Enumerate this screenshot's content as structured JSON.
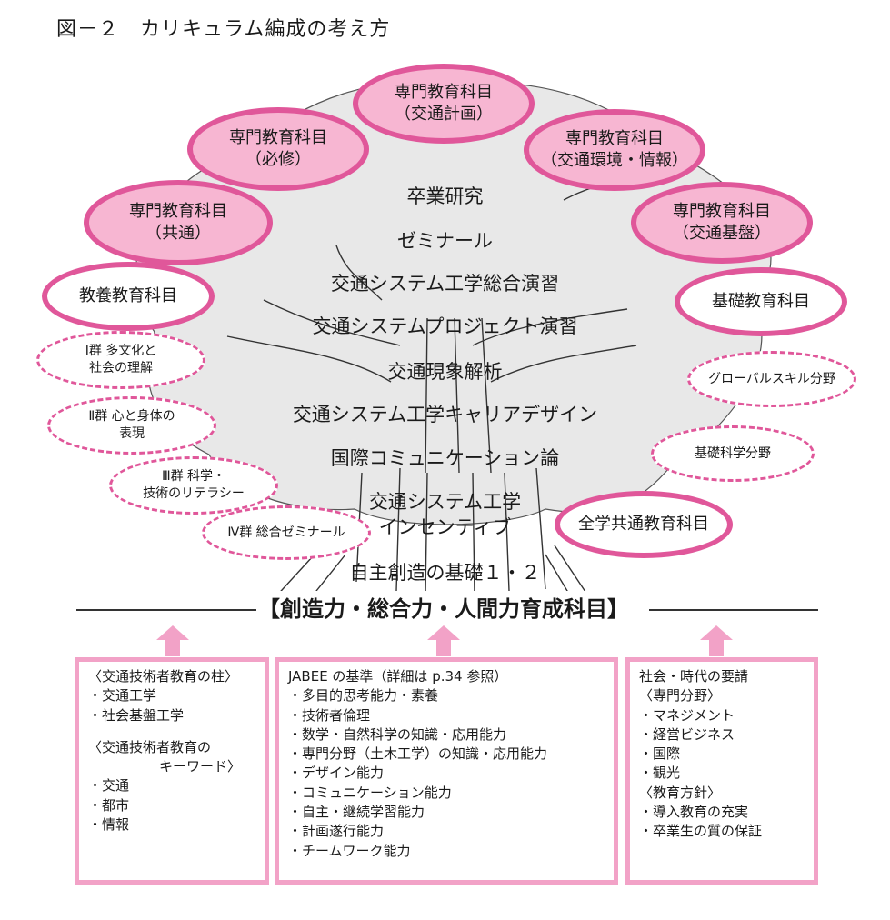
{
  "figure_title": "図－２　カリキュラム編成の考え方",
  "tree_lines": [
    "卒業研究",
    "ゼミナール",
    "交通システム工学総合演習",
    "交通システムプロジェクト演習",
    "交通現象解析",
    "交通システム工学キャリアデザイン",
    "国際コミュニケーション論",
    "交通システム工学",
    "インセンティブ",
    "自主創造の基礎１・２"
  ],
  "ovals": {
    "senmon_keikaku": [
      "専門教育科目",
      "（交通計画）"
    ],
    "senmon_hisshu": [
      "専門教育科目",
      "（必修）"
    ],
    "senmon_kankyo": [
      "専門教育科目",
      "（交通環境・情報）"
    ],
    "senmon_kyotsu": [
      "専門教育科目",
      "（共通）"
    ],
    "senmon_kiban": [
      "専門教育科目",
      "（交通基盤）"
    ],
    "kyoyo": "教養教育科目",
    "kiso": "基礎教育科目",
    "zengaku": "全学共通教育科目",
    "group1": [
      "Ⅰ群 多文化と",
      "社会の理解"
    ],
    "group2": [
      "Ⅱ群 心と身体の",
      "表現"
    ],
    "group3": [
      "Ⅲ群 科学・",
      "技術のリテラシー"
    ],
    "group4": "Ⅳ群 総合ゼミナール",
    "global": "グローバルスキル分野",
    "kiso_kagaku": "基礎科学分野"
  },
  "banner": "【創造力・総合力・人間力育成科目】",
  "boxes": {
    "left": {
      "heading1": "〈交通技術者教育の柱〉",
      "items1": [
        "・交通工学",
        "・社会基盤工学"
      ],
      "heading2a": "〈交通技術者教育の",
      "heading2b": "キーワード〉",
      "items2": [
        "・交通",
        "・都市",
        "・情報"
      ]
    },
    "middle": {
      "heading": "JABEE の基準（詳細は p.34 参照）",
      "items": [
        "・多目的思考能力・素養",
        "・技術者倫理",
        "・数学・自然科学の知識・応用能力",
        "・専門分野（土木工学）の知識・応用能力",
        "・デザイン能力",
        "・コミュニケーション能力",
        "・自主・継続学習能力",
        "・計画遂行能力",
        "・チームワーク能力"
      ]
    },
    "right": {
      "heading": "社会・時代の要請",
      "sub1": "〈専門分野〉",
      "items1": [
        "・マネジメント",
        "・経営ビジネス",
        "・国際",
        "・観光"
      ],
      "sub2": "〈教育方針〉",
      "items2": [
        "・導入教育の充実",
        "・卒業生の質の保証"
      ]
    }
  },
  "colors": {
    "pink_fill": "#f7b6d2",
    "pink_border": "#e0579a",
    "box_border": "#f2a2c7",
    "arrow": "#f2a2c7",
    "canopy": "#e8e8e8"
  }
}
